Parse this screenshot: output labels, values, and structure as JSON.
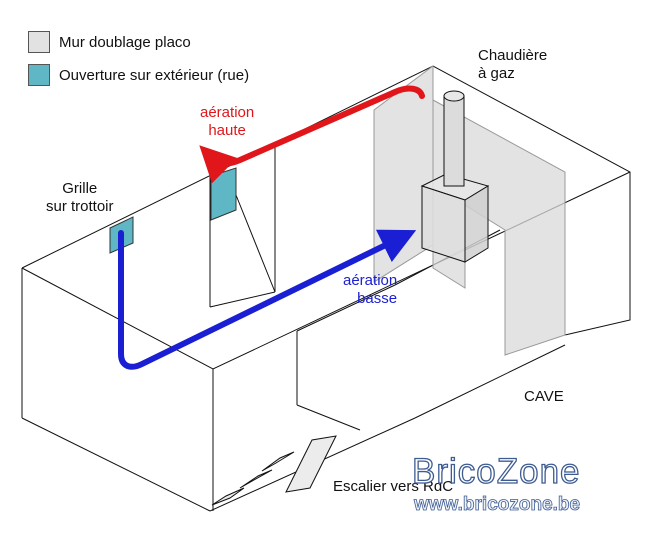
{
  "legend": {
    "items": [
      {
        "label": "Mur doublage placo",
        "color": "#e2e2e2"
      },
      {
        "label": "Ouverture sur extérieur (rue)",
        "color": "#5fb7c6"
      }
    ]
  },
  "labels": {
    "chaudiere": [
      "Chaudière",
      "à gaz"
    ],
    "aeration_haute": [
      "aération",
      "haute"
    ],
    "aeration_basse": [
      "aération",
      "basse"
    ],
    "grille": [
      "Grille",
      "sur trottoir"
    ],
    "cave": "CAVE",
    "escalier": "Escalier vers RdC"
  },
  "colors": {
    "aeration_haute_arrow": "#e0161b",
    "aeration_basse_arrow": "#1a1fd4",
    "outline": "#111111",
    "watermark": "#3e5c91"
  },
  "watermark": {
    "brand": "BricoZone",
    "url": "www.bricozone.be"
  }
}
